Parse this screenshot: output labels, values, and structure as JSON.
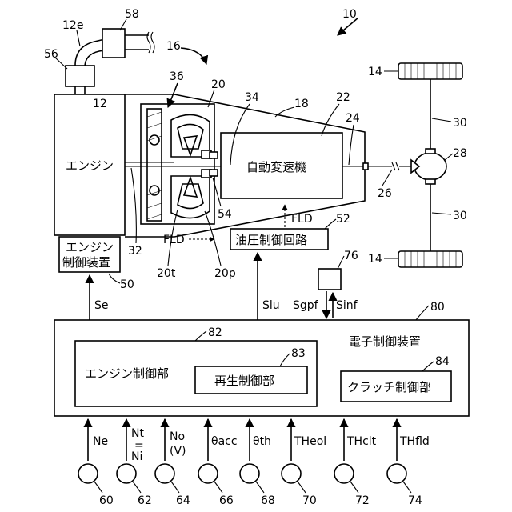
{
  "refs": {
    "r10": "10",
    "r12": "12",
    "r12e": "12e",
    "r14a": "14",
    "r14b": "14",
    "r16": "16",
    "r18": "18",
    "r20": "20",
    "r20t": "20t",
    "r20p": "20p",
    "r22": "22",
    "r24": "24",
    "r26": "26",
    "r28": "28",
    "r30a": "30",
    "r30b": "30",
    "r32": "32",
    "r34": "34",
    "r36": "36",
    "r50": "50",
    "r52": "52",
    "r54": "54",
    "r56": "56",
    "r58": "58",
    "r76": "76",
    "r80": "80",
    "r82": "82",
    "r83": "83",
    "r84": "84"
  },
  "blocks": {
    "engine": "エンジン",
    "engine_ctrl_line1": "エンジン",
    "engine_ctrl_line2": "制御装置",
    "automatic_transmission": "自動変速機",
    "hydraulic_circuit": "油圧制御回路",
    "electronic_control_unit": "電子制御装置",
    "engine_control_section": "エンジン制御部",
    "regeneration_control_section": "再生制御部",
    "clutch_control_section": "クラッチ制御部"
  },
  "fluid": {
    "fld_upper": "FLD",
    "fld_lower": "FLD"
  },
  "signals": {
    "se": "Se",
    "slu": "Slu",
    "sgpf": "Sgpf",
    "sinf": "Sinf",
    "ne": "Ne",
    "nt": "Nt",
    "eq": "=",
    "ni": "Ni",
    "no": "No",
    "no_unit": "(V)",
    "theta_acc": "θacc",
    "theta_th": "θth",
    "theol": "THeol",
    "thclt": "THclt",
    "thfld": "THfld"
  },
  "sensors": [
    "60",
    "62",
    "64",
    "66",
    "68",
    "70",
    "72",
    "74"
  ]
}
